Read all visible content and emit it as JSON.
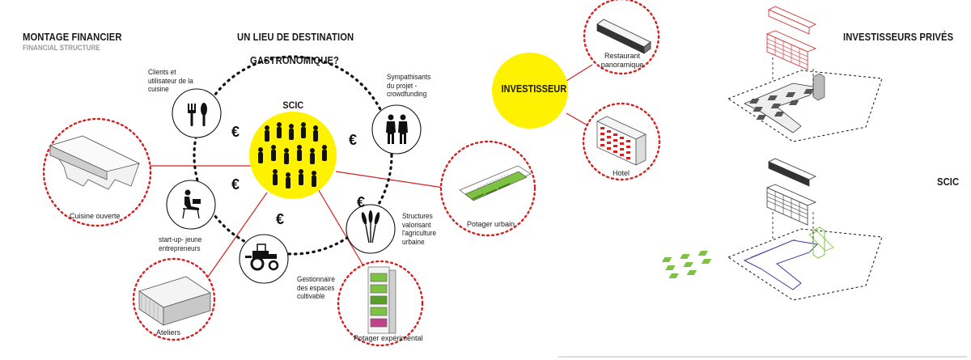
{
  "left": {
    "title": "MONTAGE FINANCIER",
    "subtitle": "FINANCIAL STRUCTURE",
    "center_title_line1": "UN LIEU DE DESTINATION",
    "center_title_line2": "GASTRONOMIQUE?",
    "core": "SCIC",
    "currency": "€",
    "ring_nodes": [
      {
        "id": "clients",
        "label": "Clients et utilisateur de la cuisine",
        "icon": "cutlery-icon"
      },
      {
        "id": "sympathisants",
        "label": "Sympathisants du projet - crowdfunding",
        "icon": "people-icon"
      },
      {
        "id": "startup",
        "label": "start-up- jeune entrepreneurs",
        "icon": "person-sitting-icon"
      },
      {
        "id": "gestionnaire",
        "label": "Gestionnaire des espaces cultivable",
        "icon": "tractor-icon"
      },
      {
        "id": "structures",
        "label": "Structures valorisant l'agriculture urbaine",
        "icon": "wheat-icon"
      }
    ],
    "spaces": [
      {
        "id": "cuisine",
        "label": "Cuisine ouverte"
      },
      {
        "id": "ateliers",
        "label": "Ateliers"
      },
      {
        "id": "potager-exp",
        "label": "Potager expérimental"
      },
      {
        "id": "potager-urbain",
        "label": "Potager urbain"
      }
    ]
  },
  "middle": {
    "investor": "INVESTISSEUR",
    "spaces": [
      {
        "id": "restaurant",
        "label": "Restaurant panoramique"
      },
      {
        "id": "hotel",
        "label": "Hotel"
      }
    ]
  },
  "right": {
    "label_top": "INVESTISSEURS PRIVÉS",
    "label_bottom": "SCIC"
  },
  "colors": {
    "yellow": "#fff200",
    "red": "#d42020",
    "green": "#7dc242",
    "black": "#111111"
  }
}
